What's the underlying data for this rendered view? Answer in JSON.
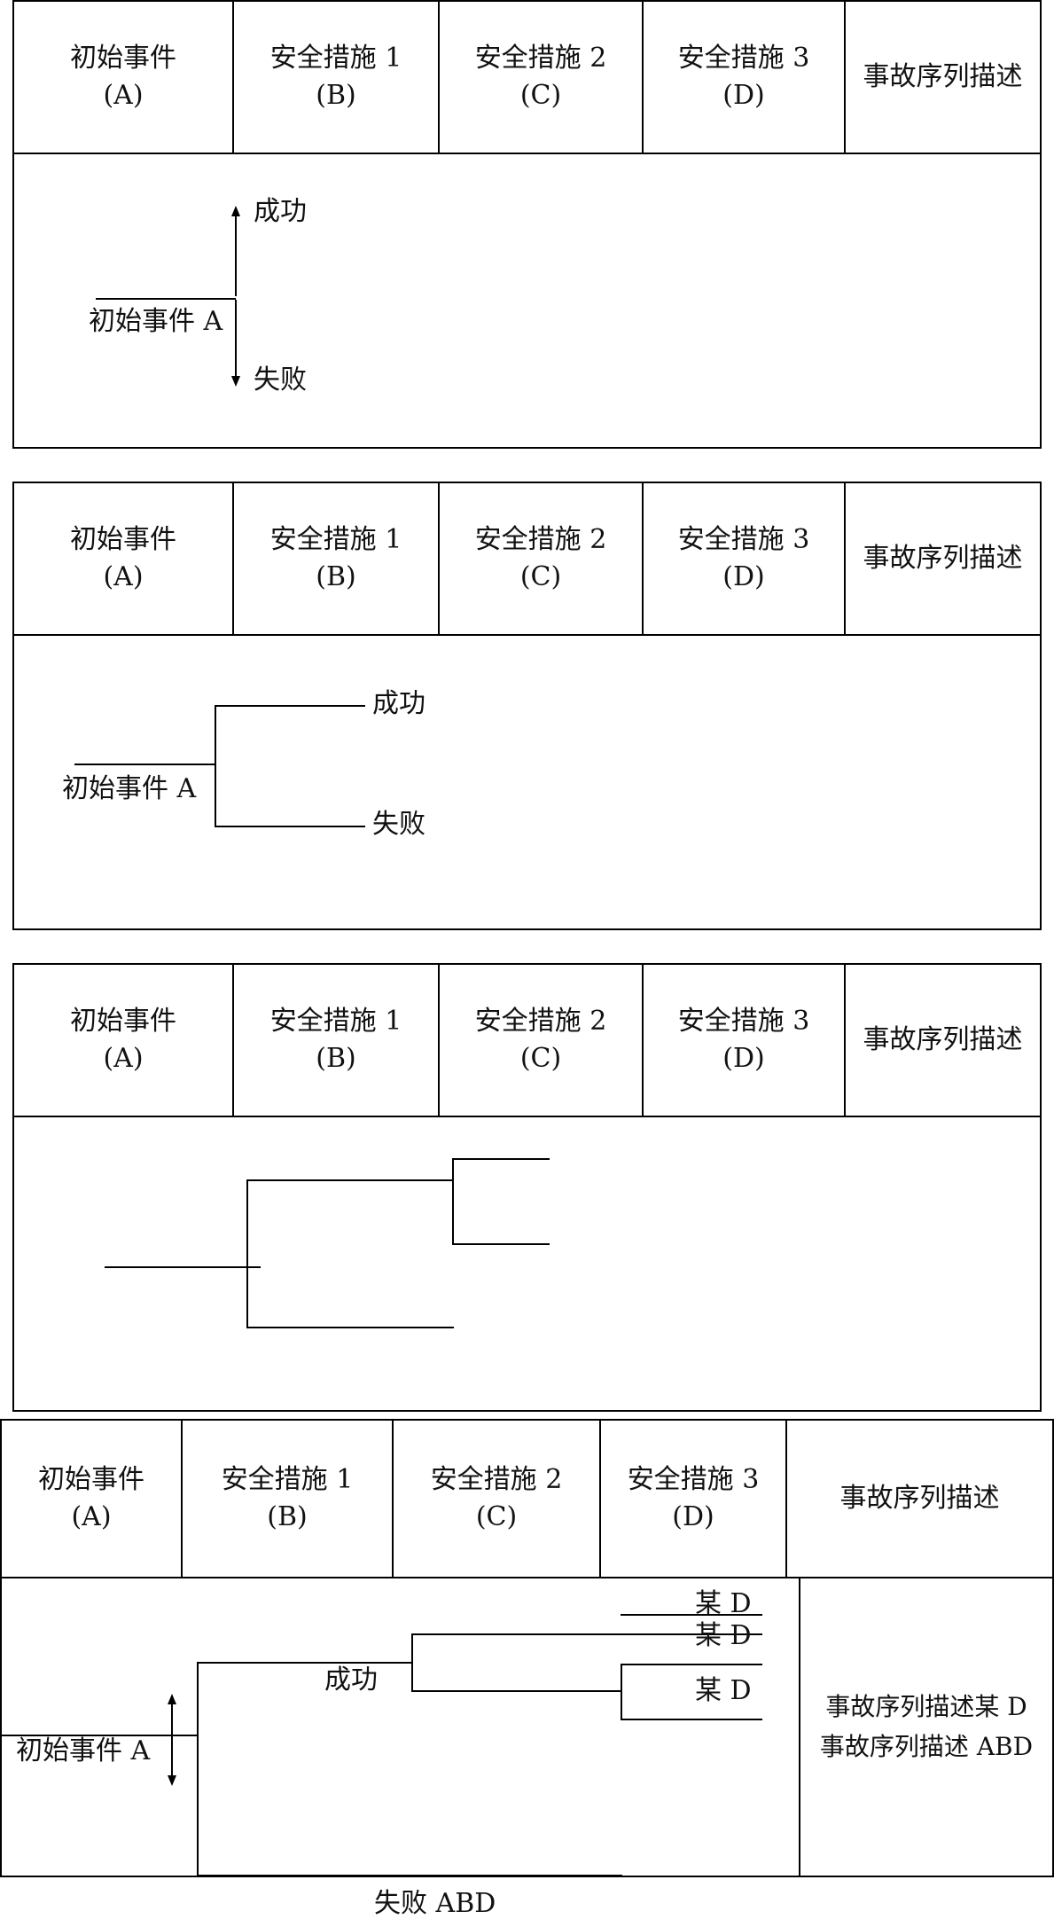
{
  "header": {
    "col_a": "初始事件",
    "col_a_code": "(A)",
    "col_b": "安全措施 1",
    "col_b_code": "(B)",
    "col_c": "安全措施 2",
    "col_c_code": "(C)",
    "col_d": "安全措施 3",
    "col_d_code": "(D)",
    "col_e": "事故序列描述"
  },
  "panel1": {
    "success": "成功",
    "initial_event": "初始事件 A",
    "failure": "失败"
  },
  "panel2": {
    "success": "成功",
    "initial_event": "初始事件 A",
    "failure": "失败"
  },
  "panel4": {
    "d_label_1": "某 D",
    "d_label_2": "某 D",
    "d_label_3": "某 D",
    "success": "成功",
    "initial_event": "初始事件 A",
    "failure": "失败 ABD",
    "desc_1": "事故序列描述某 D",
    "desc_2": "事故序列描述 ABD"
  }
}
